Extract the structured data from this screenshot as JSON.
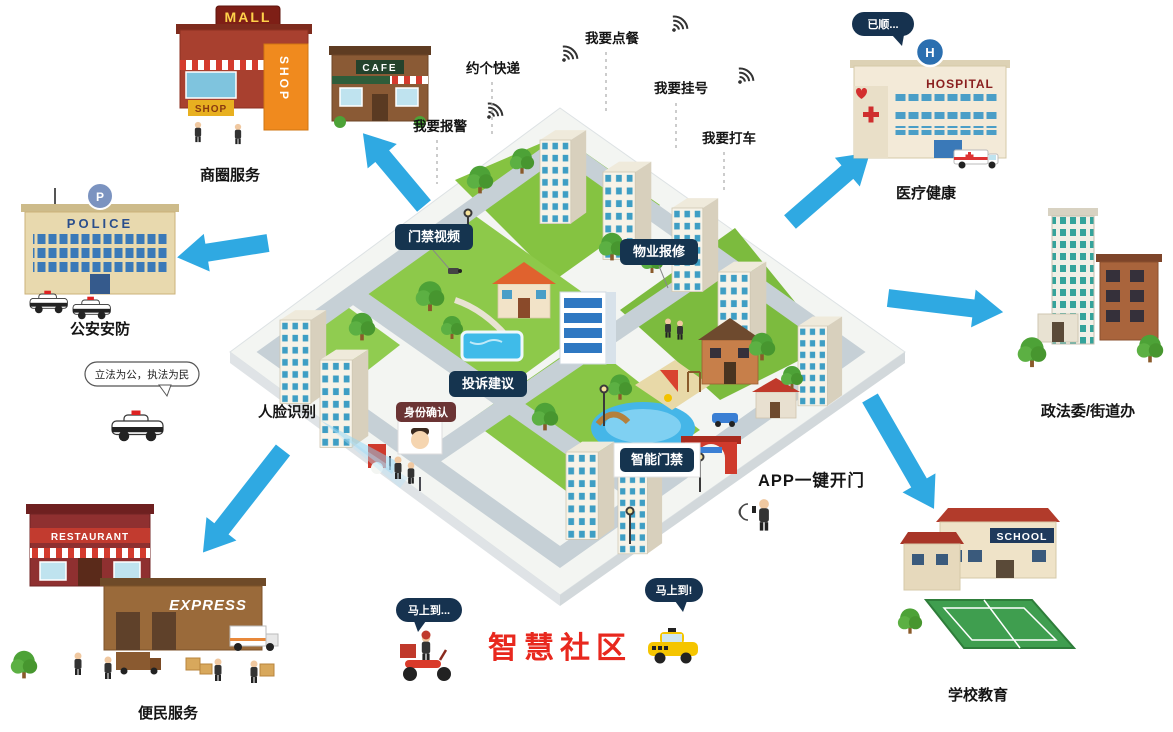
{
  "title": "智慧社区",
  "requests": {
    "courier": "约个快递",
    "food": "我要点餐",
    "register": "我要挂号",
    "taxi": "我要打车",
    "alarm": "我要报警"
  },
  "tags": {
    "access_video": "门禁视频",
    "property_repair": "物业报修",
    "complaint": "投诉建议",
    "identity": "身份确认",
    "smart_access": "智能门禁",
    "face_recognition": "人脸识别",
    "app_open_door": "APP一键开门"
  },
  "facilities": {
    "mall": {
      "label": "商圈服务",
      "sign_mall": "MALL",
      "sign_shop": "SHOP",
      "sign_cafe": "CAFE"
    },
    "police": {
      "label": "公安安防",
      "sign": "POLICE",
      "helipad": "P"
    },
    "hospital": {
      "label": "医疗健康",
      "sign": "HOSPITAL",
      "helipad": "H"
    },
    "government": {
      "label": "政法委/街道办"
    },
    "school": {
      "label": "学校教育",
      "sign": "SCHOOL"
    },
    "services": {
      "label": "便民服务",
      "sign_restaurant": "RESTAURANT",
      "sign_express": "EXPRESS"
    }
  },
  "bubbles": {
    "police_motto": "立法为公，执法为民",
    "hospital_reply": "已顺...",
    "scooter": "马上到...",
    "taxi": "马上到!"
  },
  "icons": {
    "wifi": "wifi-signal"
  },
  "colors": {
    "arrow": "#2fa9e2",
    "title": "#e8281e",
    "tag_bg": "#15344f",
    "tag_identity_bg": "#6b3434"
  }
}
